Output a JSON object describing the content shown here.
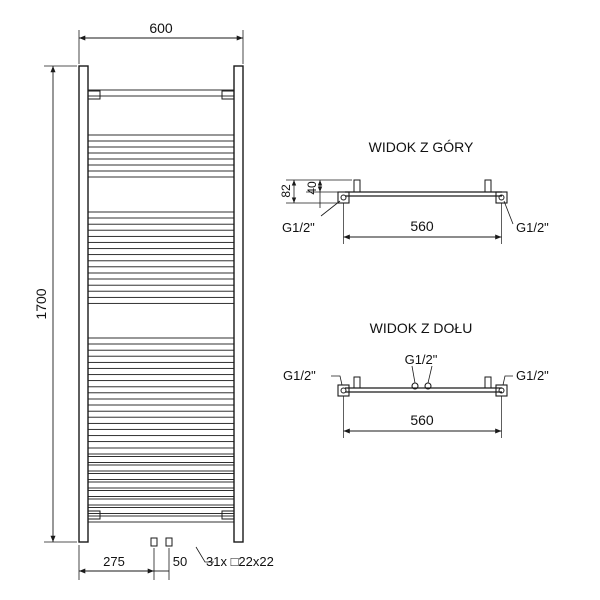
{
  "front": {
    "width_dim": "600",
    "height_dim": "1700",
    "offset_dim": "275",
    "spacing_dim": "50",
    "tube_note": "31x □22x22",
    "tube_count": 31
  },
  "top_view": {
    "title": "WIDOK Z GÓRY",
    "depth_dim": "82",
    "mount_dim": "40",
    "thread_left": "G1/2\"",
    "thread_right": "G1/2\"",
    "span_dim": "560"
  },
  "bottom_view": {
    "title": "WIDOK Z DOŁU",
    "thread_left": "G1/2\"",
    "thread_center": "G1/2\"",
    "thread_right": "G1/2\"",
    "span_dim": "560"
  }
}
